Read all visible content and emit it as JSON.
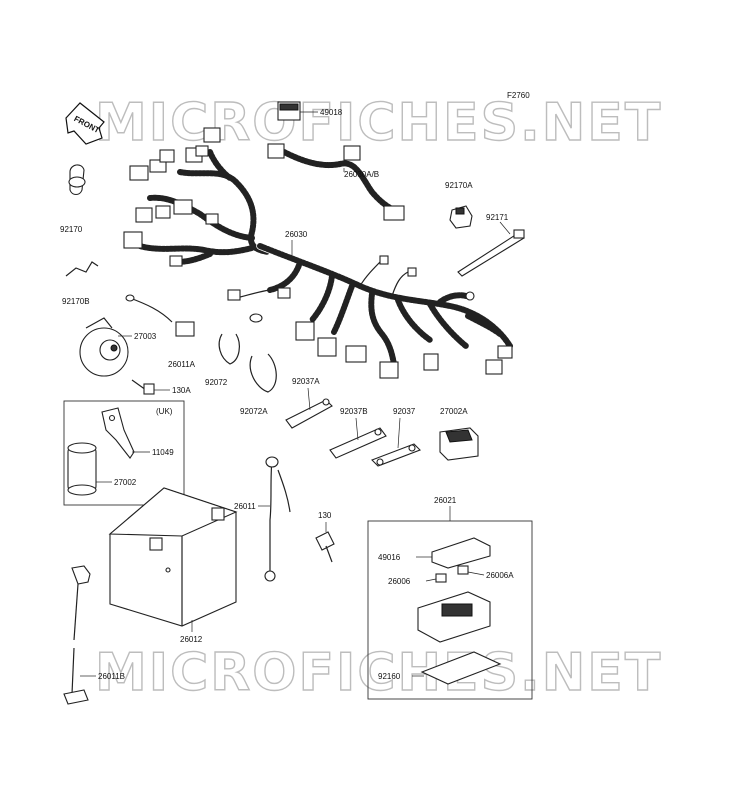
{
  "figure_code": "F2760",
  "watermark": "MICROFICHES.NET",
  "front_arrow": "FRONT",
  "uk_label": "(UK)",
  "parts": [
    {
      "id": "p49018",
      "number": "49018"
    },
    {
      "id": "p26030ab",
      "number": "26030A/B"
    },
    {
      "id": "p92170a",
      "number": "92170A"
    },
    {
      "id": "p92171",
      "number": "92171"
    },
    {
      "id": "p92170",
      "number": "92170"
    },
    {
      "id": "p26030",
      "number": "26030"
    },
    {
      "id": "p92170b",
      "number": "92170B"
    },
    {
      "id": "p27003",
      "number": "27003"
    },
    {
      "id": "p26011a",
      "number": "26011A"
    },
    {
      "id": "p92072",
      "number": "92072"
    },
    {
      "id": "p130a",
      "number": "130A"
    },
    {
      "id": "p92072a",
      "number": "92072A"
    },
    {
      "id": "p92037a",
      "number": "92037A"
    },
    {
      "id": "p92037b",
      "number": "92037B"
    },
    {
      "id": "p92037",
      "number": "92037"
    },
    {
      "id": "p27002a",
      "number": "27002A"
    },
    {
      "id": "p11049",
      "number": "11049"
    },
    {
      "id": "p27002",
      "number": "27002"
    },
    {
      "id": "p26011",
      "number": "26011"
    },
    {
      "id": "p130",
      "number": "130"
    },
    {
      "id": "p26021",
      "number": "26021"
    },
    {
      "id": "p49016",
      "number": "49016"
    },
    {
      "id": "p26006",
      "number": "26006"
    },
    {
      "id": "p26006a",
      "number": "26006A"
    },
    {
      "id": "p26012",
      "number": "26012"
    },
    {
      "id": "p26011b",
      "number": "26011B"
    },
    {
      "id": "p92160",
      "number": "92160"
    }
  ]
}
